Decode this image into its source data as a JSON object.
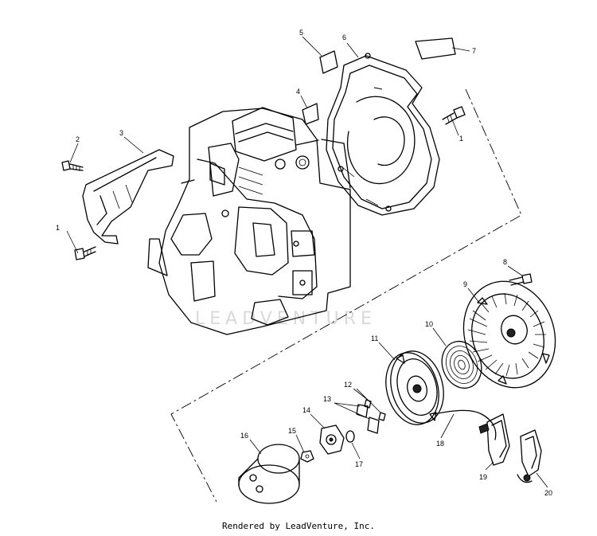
{
  "watermark": "LEADVENTURE",
  "credit": "Rendered by LeadVenture, Inc.",
  "callouts": [
    {
      "id": "c1a",
      "text": "1"
    },
    {
      "id": "c2",
      "text": "2"
    },
    {
      "id": "c3",
      "text": "3"
    },
    {
      "id": "c1b",
      "text": "1"
    },
    {
      "id": "c4",
      "text": "4"
    },
    {
      "id": "c5",
      "text": "5"
    },
    {
      "id": "c6",
      "text": "6"
    },
    {
      "id": "c7",
      "text": "7"
    },
    {
      "id": "c1c",
      "text": "1"
    },
    {
      "id": "c8",
      "text": "8"
    },
    {
      "id": "c9",
      "text": "9"
    },
    {
      "id": "c10",
      "text": "10"
    },
    {
      "id": "c11",
      "text": "11"
    },
    {
      "id": "c12",
      "text": "12"
    },
    {
      "id": "c13",
      "text": "13"
    },
    {
      "id": "c14",
      "text": "14"
    },
    {
      "id": "c15",
      "text": "15"
    },
    {
      "id": "c16",
      "text": "16"
    },
    {
      "id": "c17",
      "text": "17"
    },
    {
      "id": "c18",
      "text": "18"
    },
    {
      "id": "c19",
      "text": "19"
    },
    {
      "id": "c20",
      "text": "20"
    }
  ]
}
